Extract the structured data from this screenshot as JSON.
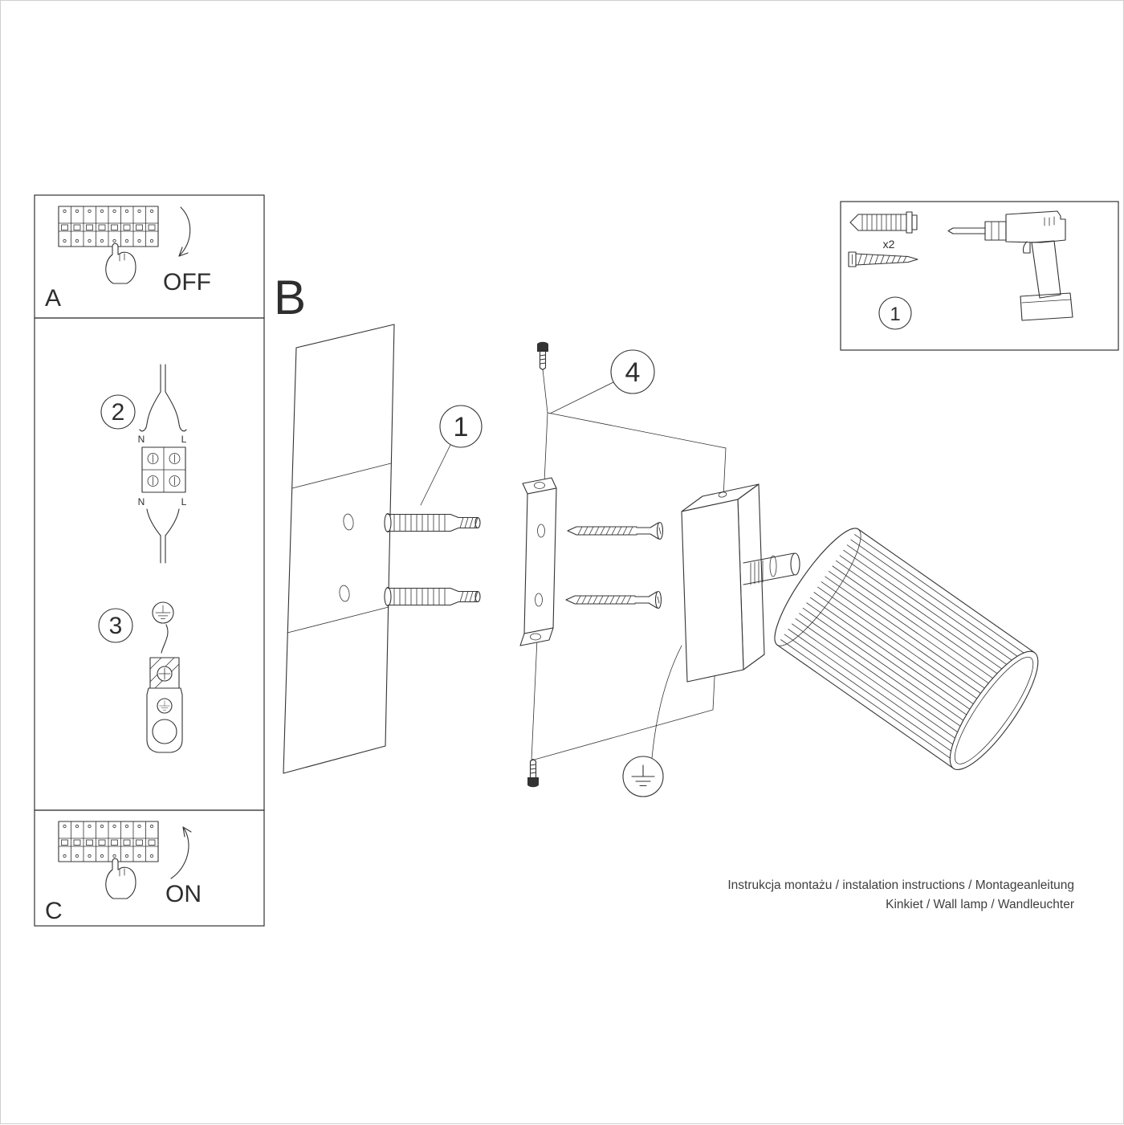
{
  "steps": {
    "panel_a": "A",
    "panel_b": "B",
    "panel_c": "C",
    "off_label": "OFF",
    "on_label": "ON",
    "step_1": "1",
    "step_2": "2",
    "step_3": "3",
    "step_4": "4",
    "kit_step_1": "1",
    "anchor_qty": "x2",
    "wire_n_top": "N",
    "wire_l_top": "L",
    "wire_n_bottom": "N",
    "wire_l_bottom": "L"
  },
  "footer": {
    "line1": "Instrukcja montażu / instalation instructions / Montageanleitung",
    "line2": "Kinkiet / Wall lamp / Wandleuchter"
  },
  "colors": {
    "line": "#333333",
    "background": "#ffffff",
    "frame": "#cfcfcf"
  }
}
